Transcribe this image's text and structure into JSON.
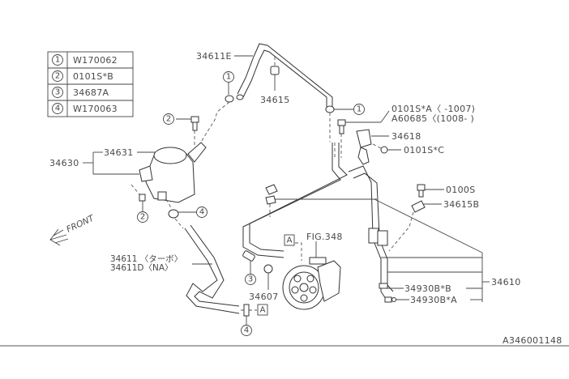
{
  "legend": [
    {
      "num": "1",
      "part": "W170062"
    },
    {
      "num": "2",
      "part": "0101S*B"
    },
    {
      "num": "3",
      "part": "34687A"
    },
    {
      "num": "4",
      "part": "W170063"
    }
  ],
  "callouts": {
    "hose_upper": "34611E",
    "clip_upper": "34615",
    "bolt_a": "0101S*A〈 -1007)",
    "bolt_a_alt": "A60685〈(1008- )",
    "bracket": "34618",
    "bolt_c": "0101S*C",
    "tank_assy": "34630",
    "tank_cap": "34631",
    "bolt_0100s": "0100S",
    "clip_b": "34615B",
    "fig_ref": "FIG.348",
    "hose_lower_turbo": "34611 〈ターボ〉",
    "hose_lower_na": "34611D〈NA〉",
    "pipe_assy": "34610",
    "oring_b": "34930B*B",
    "oring_a": "34930B*A",
    "clamp": "34607",
    "front_label": "FRONT",
    "ref_a": "A",
    "diagram_id": "A346001148"
  },
  "circle_refs": [
    "1",
    "2",
    "3",
    "4"
  ]
}
